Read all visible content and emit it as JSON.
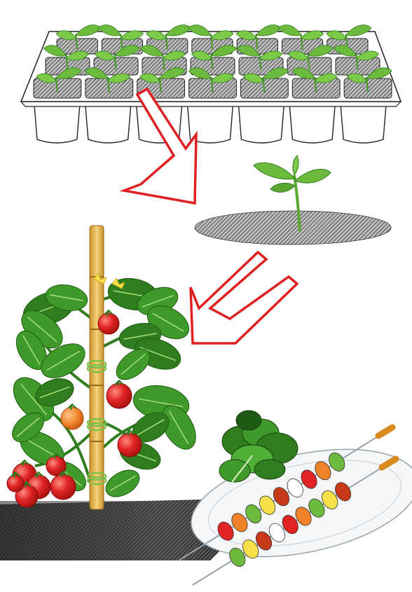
{
  "illustration": {
    "stages": [
      {
        "id": "seedling-tray",
        "rows": 3,
        "columns": 7
      },
      {
        "id": "transplanted-seedling"
      },
      {
        "id": "staked-tomato-plant"
      },
      {
        "id": "kebab-plate",
        "skewers": 2
      }
    ],
    "arrows": 2
  },
  "colors": {
    "leaf": "#6dbb3c",
    "leaf_dark": "#2f7d1e",
    "soil": "#3c3c3c",
    "arrow": "#e02020",
    "tomato": "#e02424",
    "tomato_unripe": "#f0832a",
    "stake": "#e8b84a",
    "plate": "#f4f6f8"
  }
}
